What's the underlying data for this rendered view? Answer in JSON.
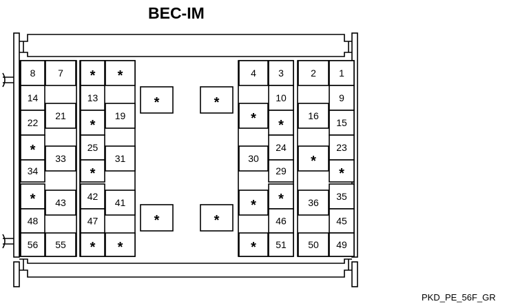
{
  "title": "BEC-IM",
  "reference": "PKD_PE_56F_GR",
  "cells": [
    {
      "id": "c-8",
      "label": "8"
    },
    {
      "id": "c-7",
      "label": "7"
    },
    {
      "id": "c-14",
      "label": "14"
    },
    {
      "id": "c-22",
      "label": "22"
    },
    {
      "id": "c-21",
      "label": "21"
    },
    {
      "id": "c-star-l1",
      "label": "*"
    },
    {
      "id": "c-34",
      "label": "34"
    },
    {
      "id": "c-33",
      "label": "33"
    },
    {
      "id": "c-star-l2",
      "label": "*"
    },
    {
      "id": "c-48",
      "label": "48"
    },
    {
      "id": "c-43",
      "label": "43"
    },
    {
      "id": "c-56",
      "label": "56"
    },
    {
      "id": "c-55",
      "label": "55"
    },
    {
      "id": "c-star-l3",
      "label": "*"
    },
    {
      "id": "c-star-l4",
      "label": "*"
    },
    {
      "id": "c-13",
      "label": "13"
    },
    {
      "id": "c-star-l5",
      "label": "*"
    },
    {
      "id": "c-19",
      "label": "19"
    },
    {
      "id": "c-25",
      "label": "25"
    },
    {
      "id": "c-star-l6",
      "label": "*"
    },
    {
      "id": "c-31",
      "label": "31"
    },
    {
      "id": "c-42",
      "label": "42"
    },
    {
      "id": "c-47",
      "label": "47"
    },
    {
      "id": "c-41",
      "label": "41"
    },
    {
      "id": "c-star-l7",
      "label": "*"
    },
    {
      "id": "c-star-l8",
      "label": "*"
    },
    {
      "id": "c-star-m1",
      "label": "*"
    },
    {
      "id": "c-star-m2",
      "label": "*"
    },
    {
      "id": "c-star-m3",
      "label": "*"
    },
    {
      "id": "c-star-m4",
      "label": "*"
    },
    {
      "id": "c-4",
      "label": "4"
    },
    {
      "id": "c-3",
      "label": "3"
    },
    {
      "id": "c-10",
      "label": "10"
    },
    {
      "id": "c-star-r1",
      "label": "*"
    },
    {
      "id": "c-star-r2",
      "label": "*"
    },
    {
      "id": "c-24",
      "label": "24"
    },
    {
      "id": "c-30",
      "label": "30"
    },
    {
      "id": "c-29",
      "label": "29"
    },
    {
      "id": "c-star-r3",
      "label": "*"
    },
    {
      "id": "c-star-r4",
      "label": "*"
    },
    {
      "id": "c-46",
      "label": "46"
    },
    {
      "id": "c-star-r5",
      "label": "*"
    },
    {
      "id": "c-51",
      "label": "51"
    },
    {
      "id": "c-2",
      "label": "2"
    },
    {
      "id": "c-1",
      "label": "1"
    },
    {
      "id": "c-9",
      "label": "9"
    },
    {
      "id": "c-16",
      "label": "16"
    },
    {
      "id": "c-15",
      "label": "15"
    },
    {
      "id": "c-23",
      "label": "23"
    },
    {
      "id": "c-star-r6",
      "label": "*"
    },
    {
      "id": "c-star-r7",
      "label": "*"
    },
    {
      "id": "c-35",
      "label": "35"
    },
    {
      "id": "c-36",
      "label": "36"
    },
    {
      "id": "c-45",
      "label": "45"
    },
    {
      "id": "c-50",
      "label": "50"
    },
    {
      "id": "c-49",
      "label": "49"
    }
  ]
}
